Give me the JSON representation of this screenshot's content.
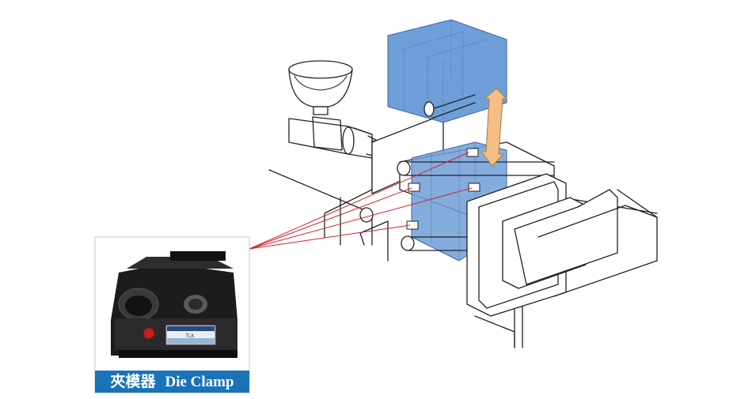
{
  "diagram": {
    "subject": "injection-molding-machine",
    "mold_color": "#6f9fd8",
    "arrow_color": "#f4be85",
    "leader_color": "#d0232a",
    "caption_bg": "#1a73b8"
  },
  "clamp_photo": {
    "caption_zh": "夾模器",
    "caption_en": "Die Clamp",
    "plate_label": "TLK"
  }
}
